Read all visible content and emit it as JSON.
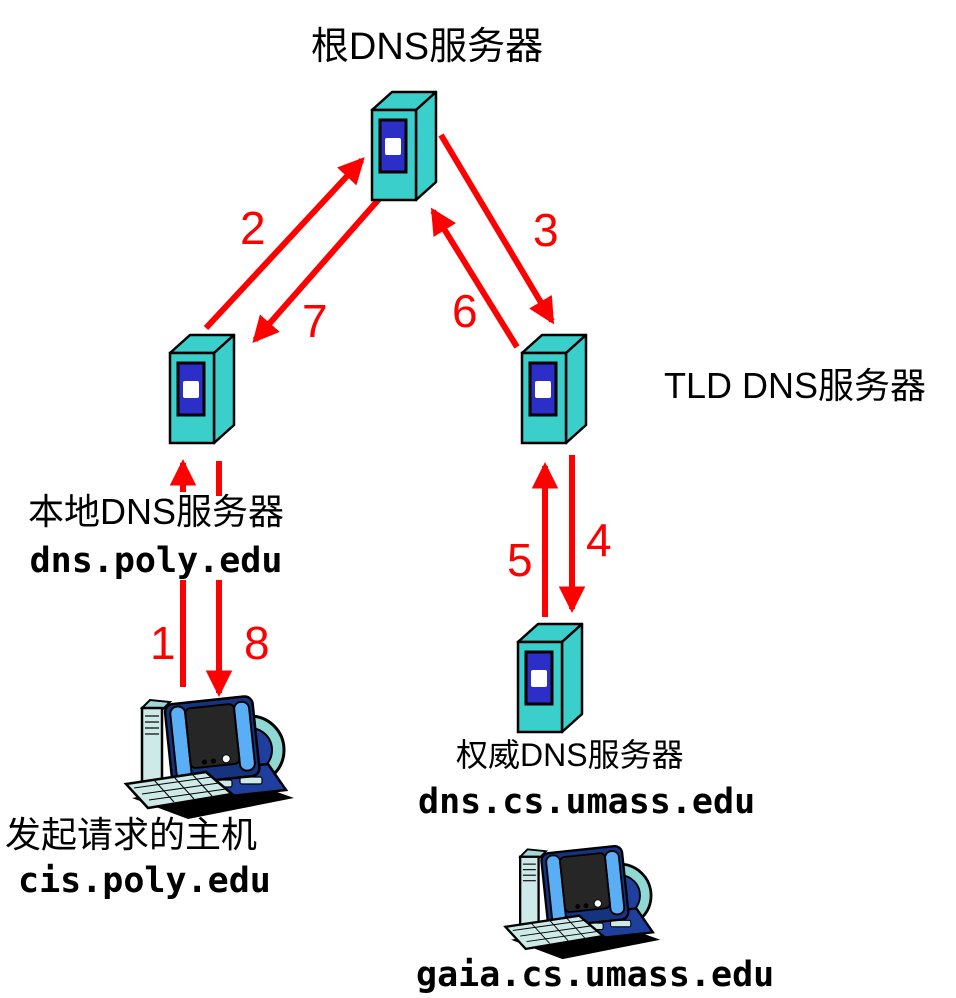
{
  "diagram": {
    "nodes": {
      "root": {
        "label": "根DNS服务器"
      },
      "tld": {
        "label": "TLD DNS服务器"
      },
      "local": {
        "label": "本地DNS服务器",
        "hostname": "dns.poly.edu"
      },
      "authoritative": {
        "label": "权威DNS服务器",
        "hostname": "dns.cs.umass.edu"
      },
      "requesting_host": {
        "label": "发起请求的主机",
        "hostname": "cis.poly.edu"
      },
      "target_host": {
        "hostname": "gaia.cs.umass.edu"
      }
    },
    "steps": [
      "1",
      "2",
      "3",
      "4",
      "5",
      "6",
      "7",
      "8"
    ],
    "colors": {
      "arrow_red": "#ff0000",
      "step_number_red": "#ff0000",
      "server_teal": "#3bcfcb",
      "server_panel_blue": "#2b2fc8",
      "pc_light_teal": "#cde9e8",
      "pc_dark_blue": "#1f3f9f",
      "pc_band_blue": "#5aaef5",
      "text_black": "#000000"
    }
  }
}
